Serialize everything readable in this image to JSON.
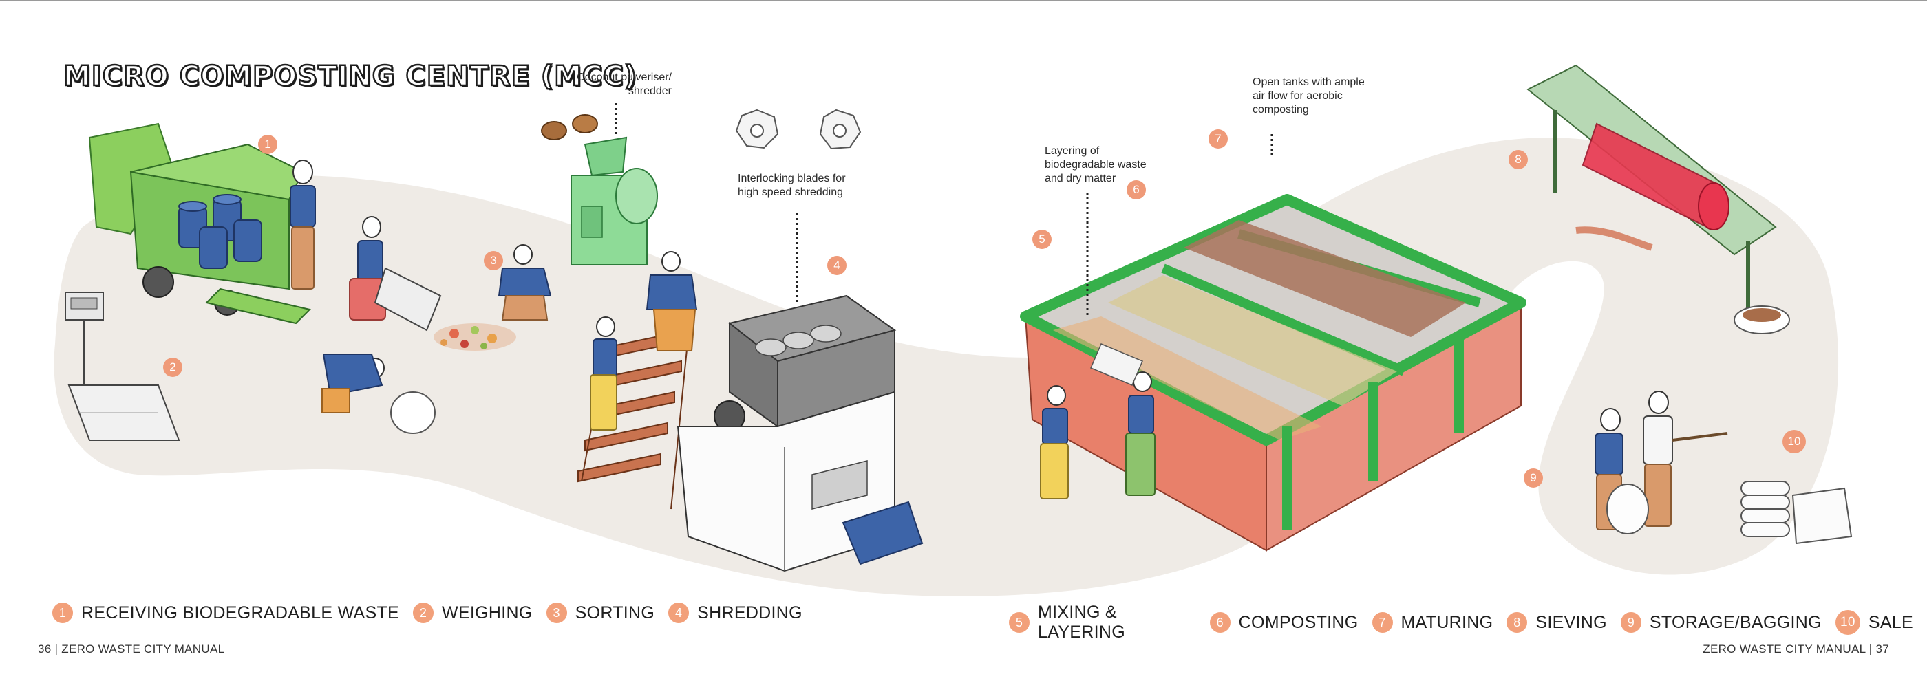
{
  "title": "MICRO COMPOSTING CENTRE (MCC)",
  "annotations": {
    "pulveriser": [
      "Coconut pulveriser/",
      "shredder"
    ],
    "blades": [
      "Interlocking blades for",
      "high speed shredding"
    ],
    "layering": [
      "Layering of",
      "biodegradable waste",
      "and dry matter"
    ],
    "tanks": [
      "Open tanks with ample",
      "air flow for aerobic",
      "composting"
    ]
  },
  "step_markers": [
    "1",
    "2",
    "3",
    "4",
    "5",
    "6",
    "7",
    "8",
    "9",
    "10"
  ],
  "legend_left": [
    {
      "num": "1",
      "label": "RECEIVING BIODEGRADABLE WASTE"
    },
    {
      "num": "2",
      "label": "WEIGHING"
    },
    {
      "num": "3",
      "label": "SORTING"
    },
    {
      "num": "4",
      "label": "SHREDDING"
    }
  ],
  "legend_right": [
    {
      "num": "5",
      "label": "MIXING & LAYERING"
    },
    {
      "num": "6",
      "label": "COMPOSTING"
    },
    {
      "num": "7",
      "label": "MATURING"
    },
    {
      "num": "8",
      "label": "SIEVING"
    },
    {
      "num": "9",
      "label": "STORAGE/BAGGING"
    },
    {
      "num": "10",
      "label": "SALE"
    }
  ],
  "footer_left": "36 | ZERO WASTE CITY MANUAL",
  "footer_right": "ZERO WASTE CITY MANUAL | 37",
  "colors": {
    "accent": "#f2a07a",
    "green": "#3bb54a",
    "brick": "#e8806a",
    "path": "#efebe6"
  }
}
